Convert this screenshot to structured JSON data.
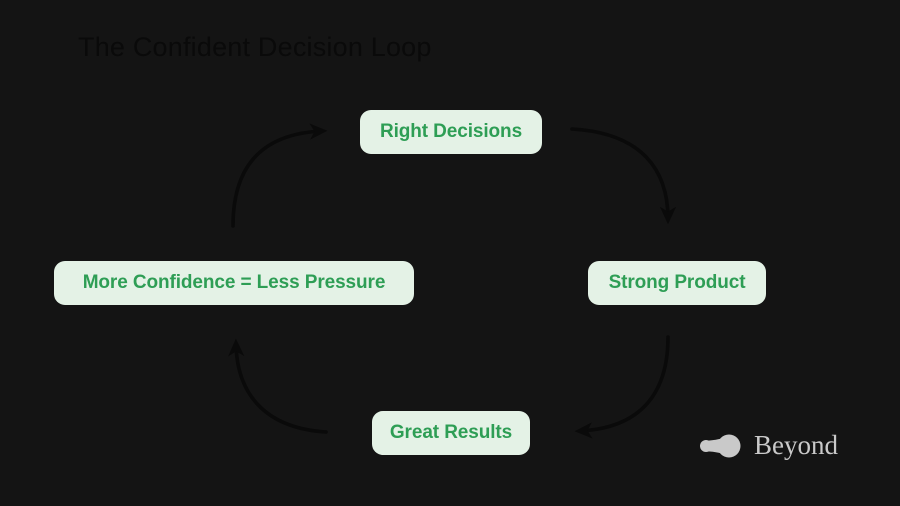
{
  "slide": {
    "title": "The Confident Decision Loop",
    "background_color": "#141414",
    "title_color": "#0a0a0a"
  },
  "theme": {
    "node_fill": "#e4f2e6",
    "node_text": "#2e9e55",
    "arrow_color": "#0a0a0a",
    "logo_color": "#c9c9c9"
  },
  "diagram": {
    "type": "cycle-loop",
    "nodes": [
      {
        "id": "right-decisions",
        "label": "Right Decisions",
        "position": "top"
      },
      {
        "id": "strong-product",
        "label": "Strong Product",
        "position": "right"
      },
      {
        "id": "great-results",
        "label": "Great Results",
        "position": "bottom"
      },
      {
        "id": "more-confidence",
        "label": "More Confidence = Less Pressure",
        "position": "left"
      }
    ],
    "edges": [
      {
        "id": "edge-top-right",
        "from": "right-decisions",
        "to": "strong-product",
        "direction": "down"
      },
      {
        "id": "edge-bottom-right",
        "from": "strong-product",
        "to": "great-results",
        "direction": "left"
      },
      {
        "id": "edge-bottom-left",
        "from": "great-results",
        "to": "more-confidence",
        "direction": "up"
      },
      {
        "id": "edge-top-left",
        "from": "more-confidence",
        "to": "right-decisions",
        "direction": "right"
      }
    ]
  },
  "brand": {
    "name": "Beyond",
    "mark": "comet-icon"
  }
}
